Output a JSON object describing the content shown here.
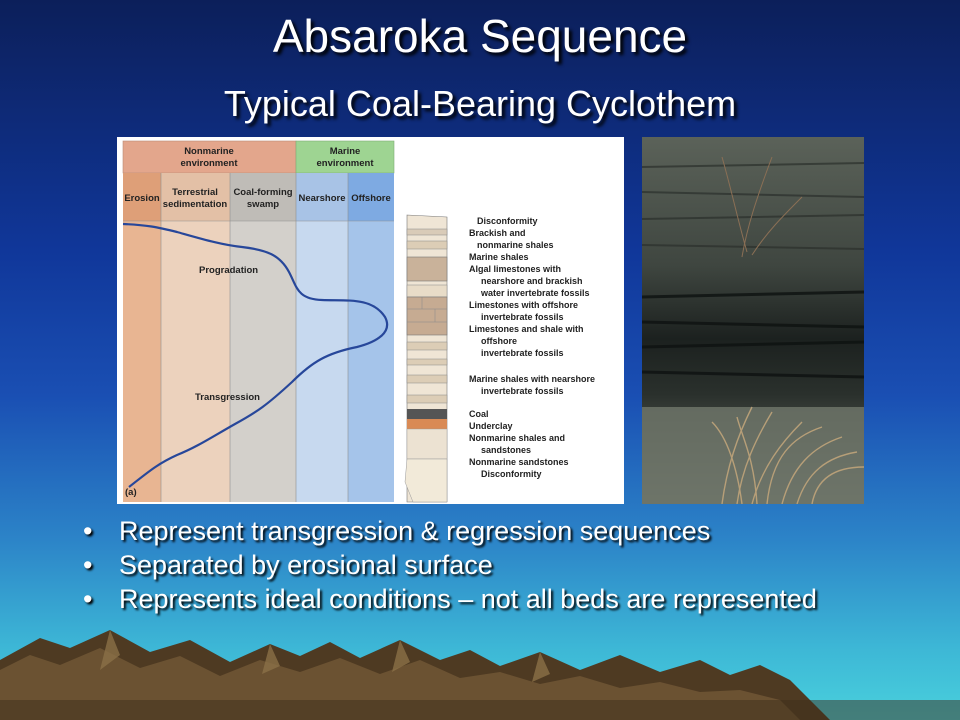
{
  "title": "Absaroka Sequence",
  "subtitle": "Typical Coal-Bearing Cyclothem",
  "figure": {
    "header_nonmarine": [
      "Nonmarine",
      "environment"
    ],
    "header_marine": [
      "Marine",
      "environment"
    ],
    "columns": {
      "erosion": "Erosion",
      "terrestrial": [
        "Terrestrial",
        "sedimentation"
      ],
      "coal_swamp": [
        "Coal-forming",
        "swamp"
      ],
      "nearshore": "Nearshore",
      "offshore": "Offshore"
    },
    "curve_labels": {
      "progradation": "Progradation",
      "transgression": "Transgression"
    },
    "panel_label": "(a)",
    "strata_labels": [
      "Disconformity",
      "Brackish and",
      "nonmarine shales",
      "Marine shales",
      "Algal limestones with",
      "nearshore and brackish",
      "water invertebrate fossils",
      "Limestones with offshore",
      "invertebrate fossils",
      "Limestones and shale with",
      "offshore",
      "invertebrate fossils",
      "Marine shales with nearshore",
      "invertebrate fossils",
      "Coal",
      "Underclay",
      "Nonmarine shales and",
      "sandstones",
      "Nonmarine sandstones",
      "Disconformity"
    ],
    "colors": {
      "nonmarine_header": "#e3a68c",
      "marine_header": "#9ed492",
      "erosion": "#e8b592",
      "terrestrial": "#ecd2bd",
      "coal_swamp": "#d3d0cb",
      "nearshore": "#c7d9ef",
      "offshore": "#a5c4ea",
      "curve": "#27479a"
    }
  },
  "photo": {
    "icon": "coal-outcrop-photo"
  },
  "bullets": [
    "Represent transgression & regression sequences",
    "Separated by erosional surface",
    "Represents ideal conditions – not all beds are represented"
  ]
}
